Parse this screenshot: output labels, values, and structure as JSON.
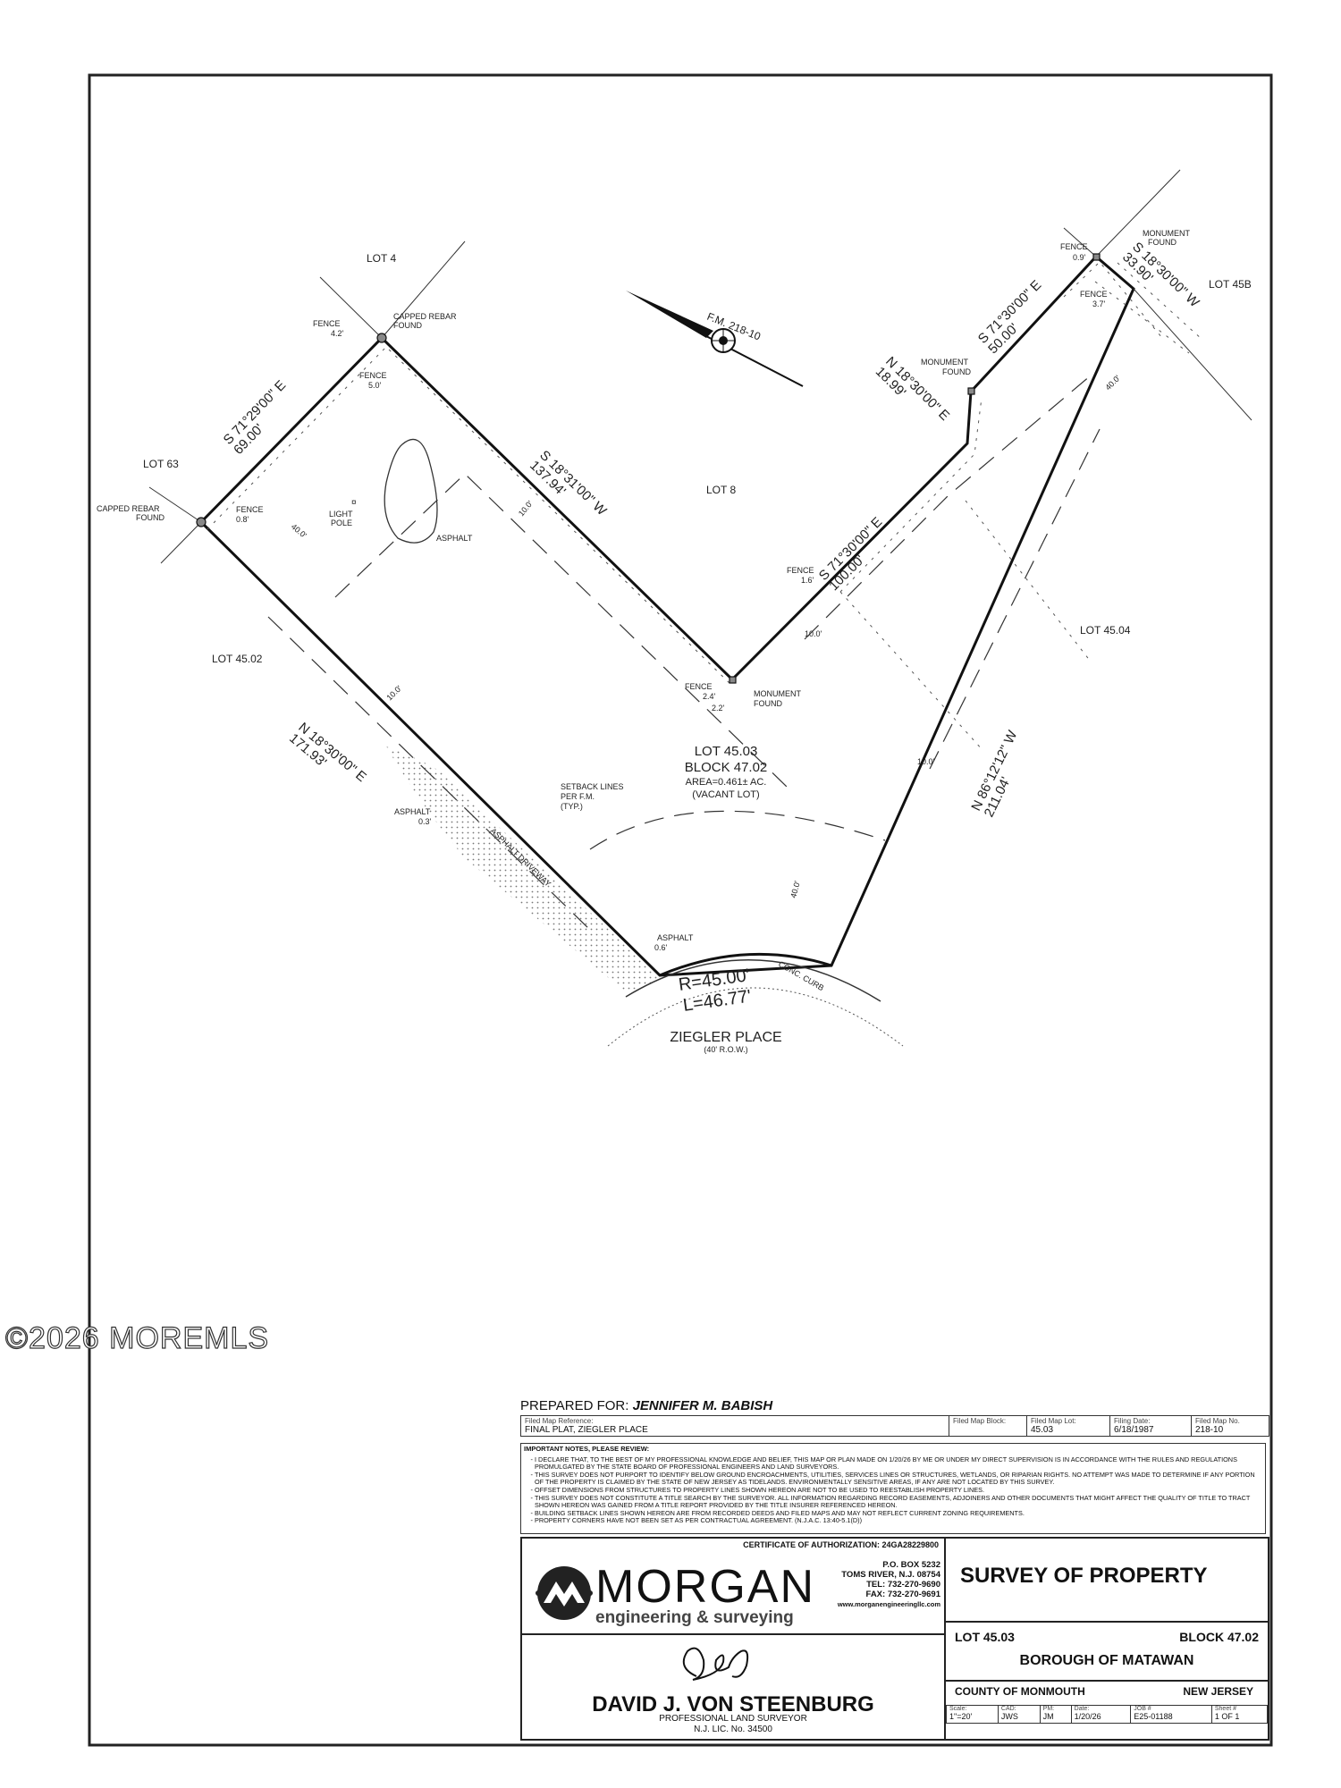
{
  "lots": {
    "lot4": "LOT 4",
    "lot63": "LOT 63",
    "lot8": "LOT 8",
    "lot45b": "LOT 45B",
    "lot4502": "LOT 45.02",
    "lot4504": "LOT 45.04",
    "subject_lot": "LOT 45.03",
    "subject_block": "BLOCK 47.02",
    "subject_area": "AREA=0.461± AC.",
    "subject_use": "(VACANT LOT)"
  },
  "bearings": {
    "b1_a": "S 71°29'00\" E",
    "b1_b": "69.00'",
    "b2_a": "S 18°31'00\" W",
    "b2_b": "137.94'",
    "b3_a": "S 71°30'00\" E",
    "b3_b": "100.00'",
    "b4_a": "N 18°30'00\" E",
    "b4_b": "18.99'",
    "b5_a": "S 71°30'00\" E",
    "b5_b": "50.00'",
    "b6_a": "S 18°30'00\" W",
    "b6_b": "33.90'",
    "b7_a": "N 86°12'12\" W",
    "b7_b": "211.04'",
    "b8_a": "N 18°30'00\" E",
    "b8_b": "171.93'"
  },
  "callouts": {
    "fence": "FENCE",
    "fence_42": "4.2'",
    "fence_50": "5.0'",
    "fence_08": "0.8'",
    "fence_09": "0.9'",
    "fence_37": "3.7'",
    "fence_16": "1.6'",
    "fence_24": "2.4'",
    "fence_22": "2.2'",
    "capped_rebar": "CAPPED REBAR",
    "found": "FOUND",
    "monument": "MONUMENT",
    "asphalt": "ASPHALT",
    "asphalt_03": "0.3'",
    "asphalt_06": "0.6'",
    "light_pole_1": "LIGHT",
    "light_pole_2": "POLE",
    "asphalt_driveway": "ASPHALT DRIVEWAY",
    "setback_1": "SETBACK LINES",
    "setback_2": "PER F.M.",
    "setback_3": "(TYP.)",
    "dim_40": "40.0'",
    "dim_10": "10.0'",
    "north": "F.M. 218-10",
    "radius": "R=45.00'",
    "length": "L=46.77'",
    "curb": "CONC. CURB",
    "street": "ZIEGLER PLACE",
    "row": "(40' R.O.W.)"
  },
  "prepared_for_label": "PREPARED FOR:",
  "prepared_for": "JENNIFER M. BABISH",
  "reference": {
    "filed_map_reference_label": "Filed Map Reference:",
    "filed_map_reference": "FINAL PLAT, ZIEGLER PLACE",
    "filed_map_block_label": "Filed Map Block:",
    "filed_map_block": "",
    "filed_map_lot_label": "Filed Map Lot:",
    "filed_map_lot": "45.03",
    "filing_date_label": "Filing Date:",
    "filing_date": "6/18/1987",
    "filed_map_no_label": "Filed Map No.",
    "filed_map_no": "218-10"
  },
  "notes": {
    "header": "IMPORTANT NOTES, PLEASE REVIEW:",
    "items": [
      "I DECLARE THAT, TO THE BEST OF MY PROFESSIONAL KNOWLEDGE AND BELIEF, THIS MAP OR PLAN MADE ON 1/20/26 BY ME OR UNDER MY DIRECT SUPERVISION IS IN ACCORDANCE WITH THE RULES AND REGULATIONS PROMULGATED BY THE STATE BOARD OF PROFESSIONAL ENGINEERS AND LAND SURVEYORS.",
      "THIS SURVEY DOES NOT PURPORT TO IDENTIFY BELOW GROUND ENCROACHMENTS, UTILITIES, SERVICES LINES OR STRUCTURES, WETLANDS, OR RIPARIAN RIGHTS. NO ATTEMPT WAS MADE TO DETERMINE IF ANY PORTION OF THE PROPERTY IS CLAIMED BY THE STATE OF NEW JERSEY AS TIDELANDS. ENVIRONMENTALLY SENSITIVE AREAS, IF ANY ARE NOT LOCATED BY THIS SURVEY.",
      "OFFSET DIMENSIONS FROM STRUCTURES TO PROPERTY LINES SHOWN HEREON ARE NOT TO BE USED TO REESTABLISH PROPERTY LINES.",
      "THIS SURVEY DOES NOT CONSTITUTE A TITLE SEARCH BY THE SURVEYOR. ALL INFORMATION REGARDING RECORD EASEMENTS, ADJOINERS AND OTHER DOCUMENTS THAT MIGHT AFFECT THE QUALITY OF TITLE TO TRACT SHOWN HEREON WAS GAINED FROM A TITLE REPORT PROVIDED BY THE TITLE INSURER REFERENCED HEREON.",
      "BUILDING SETBACK LINES SHOWN HEREON ARE FROM RECORDED DEEDS AND FILED MAPS AND MAY NOT REFLECT CURRENT ZONING REQUIREMENTS.",
      "PROPERTY CORNERS HAVE NOT BEEN SET AS PER CONTRACTUAL AGREEMENT. (N.J.A.C. 13:40-5.1(D))"
    ]
  },
  "title_block": {
    "certificate": "CERTIFICATE OF AUTHORIZATION: 24GA28229800",
    "company": "MORGAN",
    "tagline": "engineering & surveying",
    "address_1": "P.O. BOX 5232",
    "address_2": "TOMS RIVER, N.J. 08754",
    "tel": "TEL: 732-270-9690",
    "fax": "FAX: 732-270-9691",
    "web": "www.morganengineeringllc.com",
    "surveyor": "DAVID J. VON STEENBURG",
    "surveyor_title": "PROFESSIONAL LAND SURVEYOR",
    "surveyor_lic": "N.J. LIC. No. 34500",
    "survey_title": "SURVEY OF PROPERTY",
    "lot": "LOT 45.03",
    "block": "BLOCK 47.02",
    "borough": "BOROUGH OF MATAWAN",
    "county": "COUNTY OF MONMOUTH",
    "state": "NEW JERSEY",
    "scale_label": "Scale:",
    "scale": "1\"=20'",
    "cad_label": "CAD:",
    "cad": "JWS",
    "pm_label": "PM:",
    "pm": "JM",
    "date_label": "Date:",
    "date": "1/20/26",
    "job_label": "JOB #",
    "job": "E25-01188",
    "sheet_label": "Sheet #",
    "sheet": "1  OF  1"
  },
  "watermark": "©2026 MOREMLS"
}
